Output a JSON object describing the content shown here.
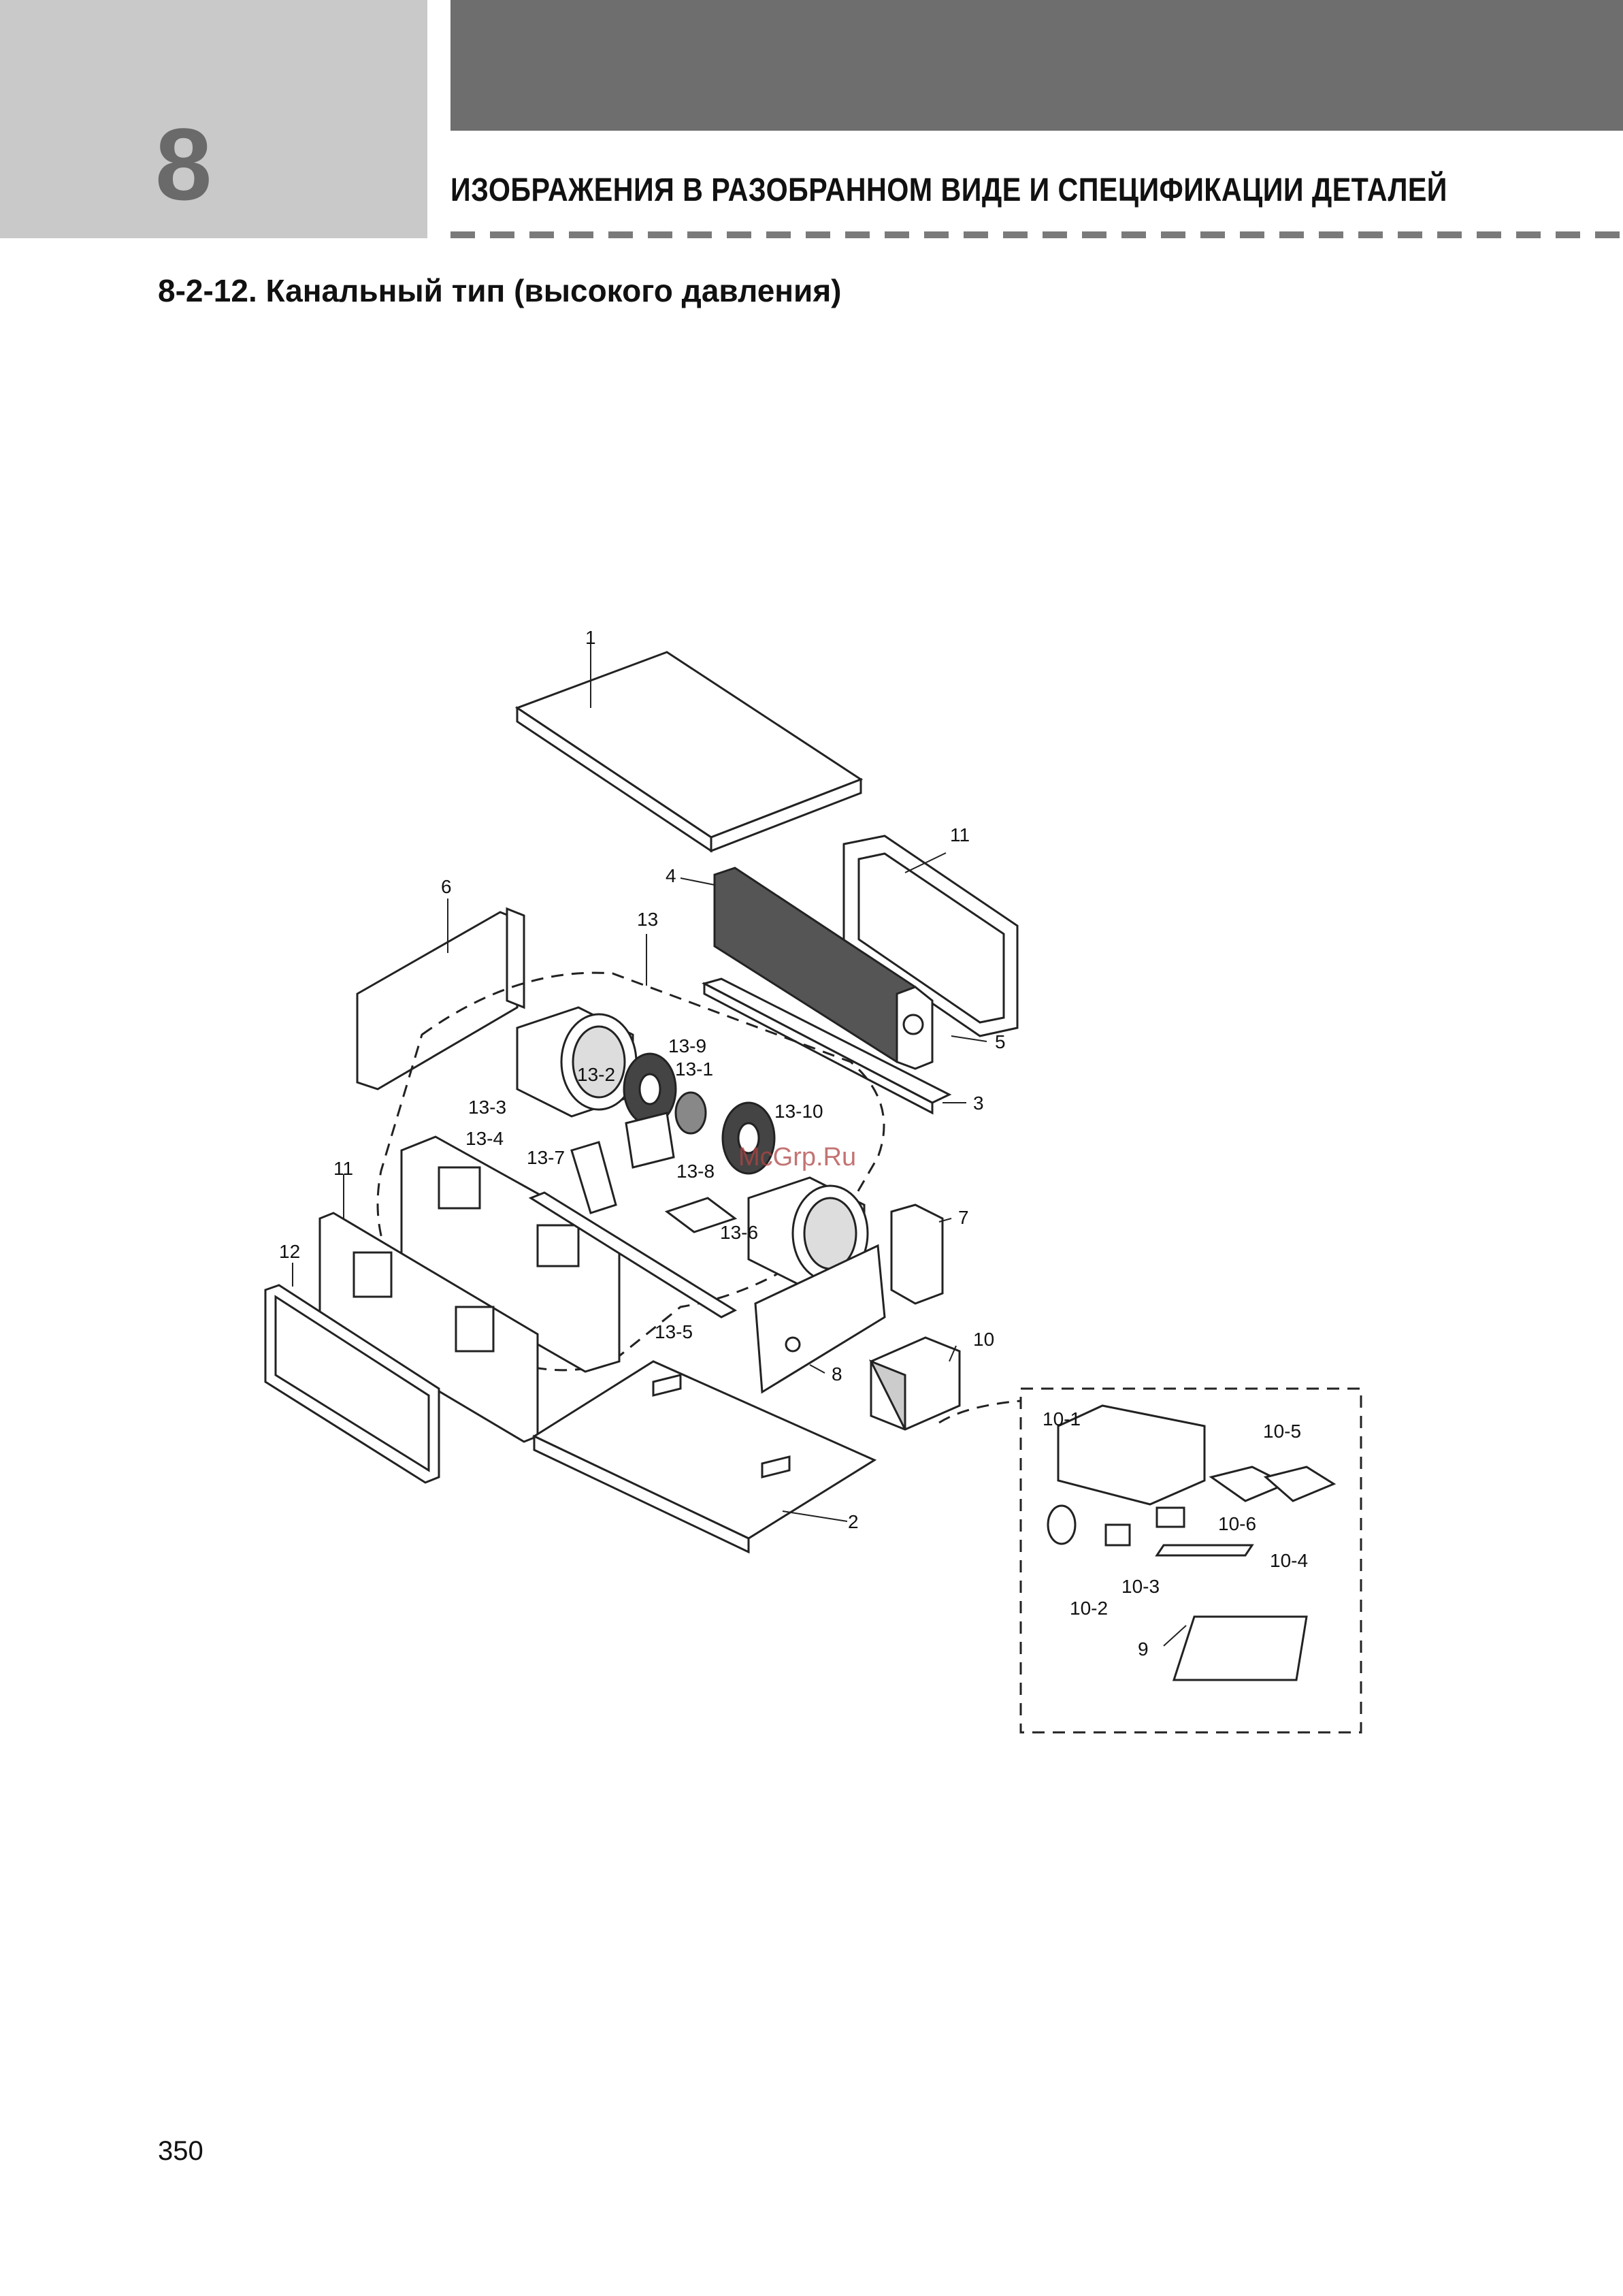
{
  "header": {
    "chapter_number": "8",
    "title": "ИЗОБРАЖЕНИЯ В РАЗОБРАННОМ ВИДЕ И СПЕЦИФИКАЦИИ ДЕТАЛЕЙ"
  },
  "section_title": "8-2-12. Канальный тип (высокого давления)",
  "watermark": "McGrp.Ru",
  "callouts": {
    "c1": "1",
    "c2": "2",
    "c3": "3",
    "c4": "4",
    "c5": "5",
    "c6": "6",
    "c7": "7",
    "c8": "8",
    "c9": "9",
    "c10": "10",
    "c11a": "11",
    "c11b": "11",
    "c12": "12",
    "c13": "13",
    "c13_1": "13-1",
    "c13_2": "13-2",
    "c13_3": "13-3",
    "c13_4": "13-4",
    "c13_5": "13-5",
    "c13_6": "13-6",
    "c13_7": "13-7",
    "c13_8": "13-8",
    "c13_9": "13-9",
    "c13_10": "13-10",
    "c10_1": "10-1",
    "c10_2": "10-2",
    "c10_3": "10-3",
    "c10_4": "10-4",
    "c10_5": "10-5",
    "c10_6": "10-6"
  },
  "page_number": "350"
}
